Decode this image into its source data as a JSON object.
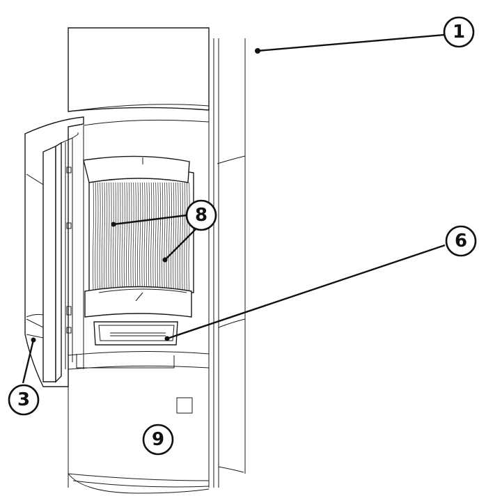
{
  "figure": {
    "callouts": [
      {
        "id": "1",
        "label": "1"
      },
      {
        "id": "8",
        "label": "8"
      },
      {
        "id": "6",
        "label": "6"
      },
      {
        "id": "3",
        "label": "3"
      },
      {
        "id": "9",
        "label": "9"
      }
    ]
  }
}
